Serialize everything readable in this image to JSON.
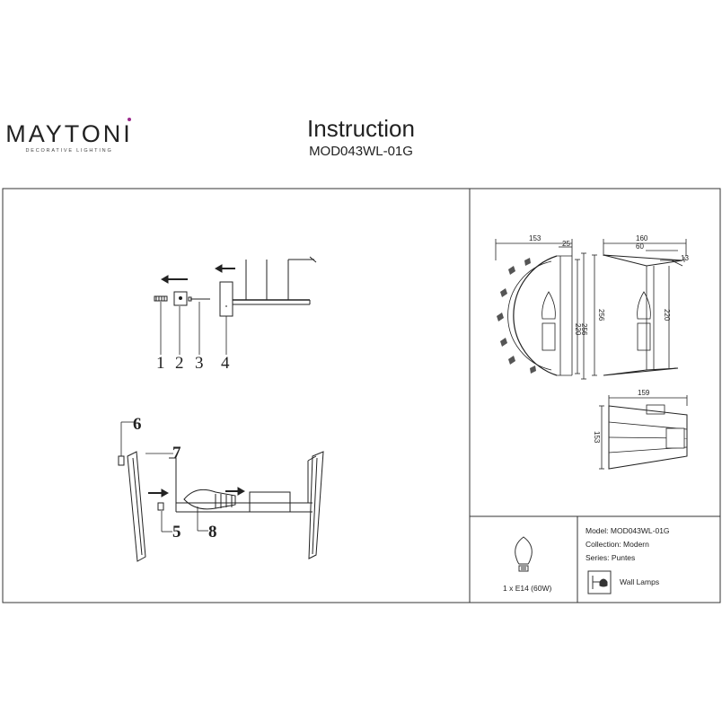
{
  "brand": {
    "name": "MAYTONI",
    "tagline": "DECORATIVE LIGHTING",
    "accent": "#9b2a8c"
  },
  "header": {
    "title": "Instruction",
    "model": "MOD043WL-01G"
  },
  "parts_top": [
    "1",
    "2",
    "3",
    "4"
  ],
  "parts_bottom": [
    "6",
    "7",
    "5",
    "8"
  ],
  "dimensions": {
    "front": {
      "width": "153",
      "depth_top": "25",
      "h1": "220",
      "h2": "256"
    },
    "side": {
      "width": "160",
      "inner": "60",
      "top": "13",
      "height": "256",
      "inner_height": "220"
    },
    "top": {
      "width": "159",
      "depth": "153"
    }
  },
  "info": {
    "bulb": "1 x E14 (60W)",
    "model": "Model: MOD043WL-01G",
    "collection": "Collection: Modern",
    "series": "Series: Puntes",
    "type": "Wall Lamps"
  }
}
